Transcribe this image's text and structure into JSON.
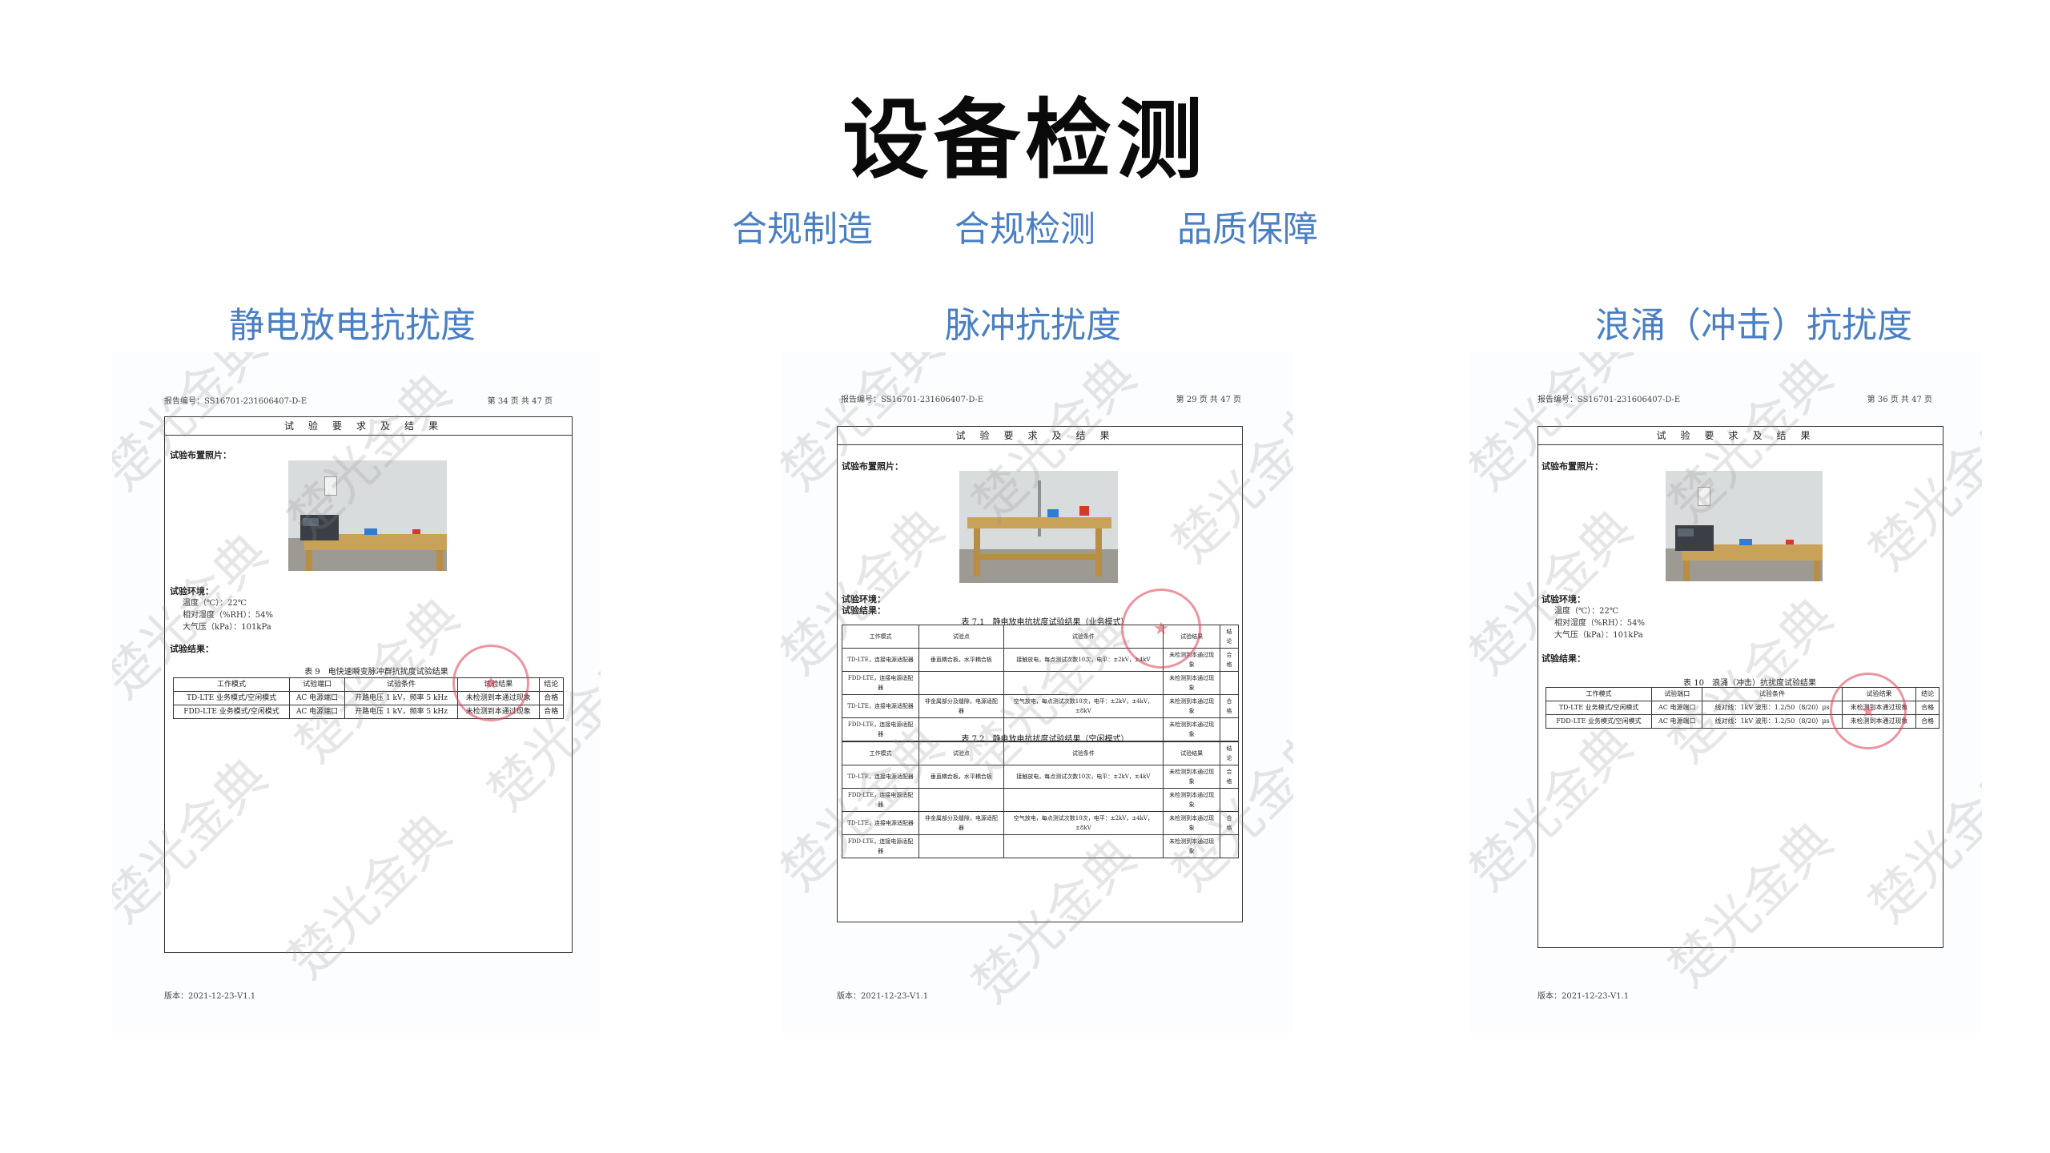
{
  "page": {
    "title": "设备检测",
    "subnav": [
      "合规制造",
      "合规检测",
      "品质保障"
    ],
    "watermark": "楚光金典"
  },
  "sections": [
    {
      "title": "静电放电抗扰度",
      "report_no": "报告编号：SS16701-231606407-D-E",
      "page_info": "第 34 页 共 47 页",
      "frame_title": "试验要求及结果",
      "layout_label": "试验布置照片：",
      "env_label": "试验环境：",
      "env_lines": [
        "温度（℃）：22℃",
        "相对湿度（%RH）：54%",
        "大气压（kPa）：101kPa"
      ],
      "result_label": "试验结果：",
      "table_caption": "表 9　电快速瞬变脉冲群抗扰度试验结果",
      "table_headers": [
        "工作模式",
        "试验端口",
        "试验条件",
        "试验结果",
        "结论"
      ],
      "table_rows": [
        [
          "TD-LTE 业务模式/空闲模式",
          "AC 电源端口",
          "开路电压 1 kV，频率 5 kHz",
          "未检测到本通过现象",
          "合格"
        ],
        [
          "FDD-LTE 业务模式/空闲模式",
          "AC 电源端口",
          "开路电压 1 kV，频率 5 kHz",
          "未检测到本通过现象",
          "合格"
        ]
      ],
      "version": "版本：2021-12-23-V1.1"
    },
    {
      "title": "脉冲抗扰度",
      "report_no": "报告编号：SS16701-231606407-D-E",
      "page_info": "第 29 页 共 47 页",
      "frame_title": "试验要求及结果",
      "layout_label": "试验布置照片：",
      "env_label": "试验环境：",
      "result_label": "试验结果：",
      "table1_caption": "表 7.1　静电放电抗扰度试验结果（业务模式）",
      "table2_caption": "表 7.2　静电放电抗扰度试验结果（空闲模式）",
      "table_headers": [
        "工作模式",
        "试验点",
        "试验条件",
        "试验结果",
        "结论"
      ],
      "table1_rows": [
        [
          "TD-LTE，连接电源适配器",
          "垂直耦合板，水平耦合板",
          "接触放电，每点测试次数10次，电平：±2kV，±4kV",
          "未检测到本通过现象",
          "合格"
        ],
        [
          "FDD-LTE，连接电源适配器",
          "",
          "",
          "未检测到本通过现象",
          ""
        ],
        [
          "TD-LTE，连接电源适配器",
          "非金属部分及缝隙，电源适配器",
          "空气放电，每点测试次数10次，电平：±2kV，±4kV，±8kV",
          "未检测到本通过现象",
          "合格"
        ],
        [
          "FDD-LTE，连接电源适配器",
          "",
          "",
          "未检测到本通过现象",
          ""
        ]
      ],
      "table2_rows": [
        [
          "TD-LTE，连接电源适配器",
          "垂直耦合板，水平耦合板",
          "接触放电，每点测试次数10次，电平：±2kV，±4kV",
          "未检测到本通过现象",
          "合格"
        ],
        [
          "FDD-LTE，连接电源适配器",
          "",
          "",
          "未检测到本通过现象",
          ""
        ],
        [
          "TD-LTE，连接电源适配器",
          "非金属部分及缝隙，电源适配器",
          "空气放电，每点测试次数10次，电平：±2kV，±4kV，±8kV",
          "未检测到本通过现象",
          "合格"
        ],
        [
          "FDD-LTE，连接电源适配器",
          "",
          "",
          "未检测到本通过现象",
          ""
        ]
      ],
      "version": "版本：2021-12-23-V1.1"
    },
    {
      "title": "浪涌（冲击）抗扰度",
      "report_no": "报告编号：SS16701-231606407-D-E",
      "page_info": "第 36 页 共 47 页",
      "frame_title": "试验要求及结果",
      "layout_label": "试验布置照片：",
      "env_label": "试验环境：",
      "env_lines": [
        "温度（℃）：22℃",
        "相对湿度（%RH）：54%",
        "大气压（kPa）：101kPa"
      ],
      "result_label": "试验结果：",
      "table_caption": "表 10　浪涌（冲击）抗扰度试验结果",
      "table_headers": [
        "工作模式",
        "试验端口",
        "试验条件",
        "试验结果",
        "结论"
      ],
      "table_rows": [
        [
          "TD-LTE 业务模式/空闲模式",
          "AC 电源端口",
          "线对线：1kV 波形：1.2/50（8/20）μs",
          "未检测到本通过现象",
          "合格"
        ],
        [
          "FDD-LTE 业务模式/空闲模式",
          "AC 电源端口",
          "线对线：1kV 波形：1.2/50（8/20）μs",
          "未检测到本通过现象",
          "合格"
        ]
      ],
      "version": "版本：2021-12-23-V1.1"
    }
  ]
}
